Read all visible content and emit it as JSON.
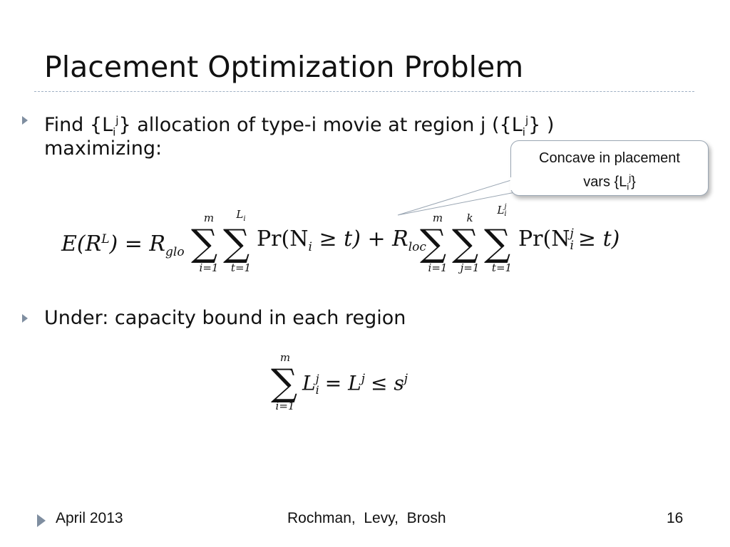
{
  "slide": {
    "title": "Placement Optimization Problem",
    "bullets": [
      {
        "line1_a": "Find {L",
        "line1_sub": "i",
        "line1_sup": "j",
        "line1_b": "} allocation of type-i movie at region j ({L",
        "line1_sub2": "i",
        "line1_sup2": "j",
        "line1_c": "} )",
        "line2": "maximizing:"
      },
      {
        "text": "Under: capacity bound in each region"
      }
    ],
    "callout": {
      "line1": "Concave in placement",
      "line2_a": "vars {L",
      "line2_sub": "i",
      "line2_sup": "j",
      "line2_b": "}"
    },
    "eq1": {
      "lhs": "E(R",
      "lhs_sup": "L",
      "lhs_close": ") = R",
      "rglo": "glo",
      "sum1_top": "m",
      "sum1_bot": "i=1",
      "sum2_top": "L",
      "sum2_top_sub": "i",
      "sum2_bot": "t=1",
      "term1": "Pr(N",
      "term1_sub": "i",
      "term1_rest": "≥ t) + R",
      "rloc": "loc",
      "sum3_top": "m",
      "sum3_bot": "i=1",
      "sum4_top": "k",
      "sum4_bot": "j=1",
      "sum5_top": "L",
      "sum5_top_sub": "i",
      "sum5_top_sup": "j",
      "sum5_bot": "t=1",
      "term2": "Pr(N",
      "term2_sup": "j",
      "term2_sub": "i",
      "term2_rest": "≥ t)"
    },
    "eq2": {
      "sum_top": "m",
      "sum_bot": "i=1",
      "l": "L",
      "l_sup": "j",
      "l_sub": "i",
      "mid": "= L",
      "mid_sup": "j",
      "rest": "≤ s",
      "rest_sup": "j"
    },
    "footer": {
      "date": "April 2013",
      "authors": "Rochman,  Levy,  Brosh",
      "page": "16"
    },
    "colors": {
      "accent": "#7f8ea0",
      "rule": "#9fb0c4"
    }
  }
}
